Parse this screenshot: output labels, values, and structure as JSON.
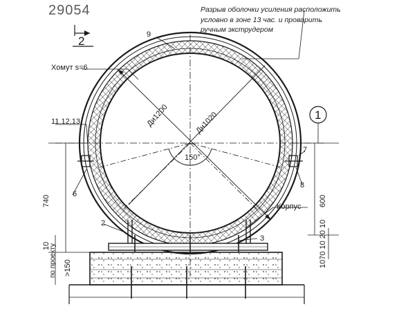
{
  "sheet_number": "29054",
  "note_lines": [
    "Разрыв оболочки усиления расположить",
    "условно в зоне 13 час. и проварить",
    "ручным экструдером"
  ],
  "section_mark": "2",
  "labels": {
    "clamp": "Хомут s=6",
    "pos_9": "9",
    "pos_11_12_13": "11,12,13",
    "pos_6": "6",
    "pos_7": "7",
    "pos_8": "8",
    "pos_2": "2",
    "pos_3": "3",
    "callout_1": "1",
    "body": "Корпус",
    "outer_dia": "Ди1200",
    "inner_dia": "Дн1020",
    "angle": "150°",
    "dim_740": "740",
    "dim_600": "600",
    "dim_150": ">150",
    "dim_left_small": "10",
    "project_text": "по проекту",
    "dim_right_stack": "1070 10 20 10"
  },
  "colors": {
    "line": "#1a1a1a",
    "hatch": "#2a2a2a",
    "paper": "#ffffff"
  }
}
